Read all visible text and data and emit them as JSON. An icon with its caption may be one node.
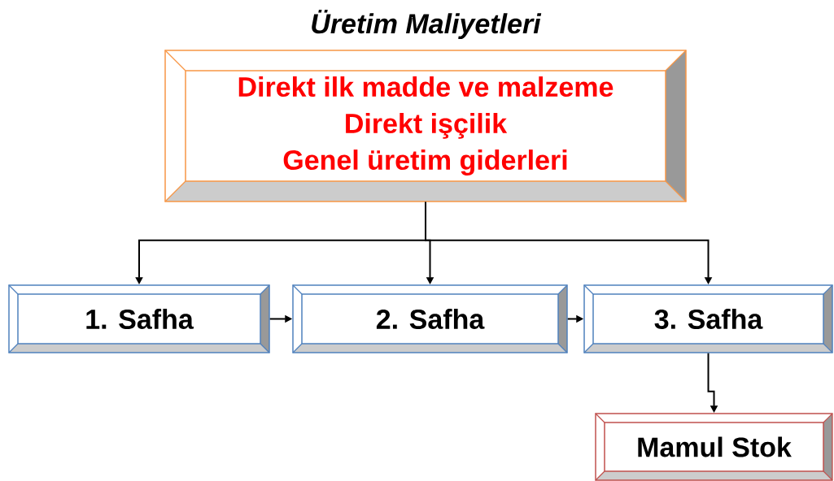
{
  "diagram": {
    "title": "Üretim Maliyetleri",
    "nodes": [
      {
        "text": [
          "Direkt ilk madde ve malzeme",
          "Direkt işçilik",
          "Genel üretim giderleri"
        ]
      },
      {
        "text": [
          "1. Safha"
        ]
      },
      {
        "text": [
          "2. Safha"
        ]
      },
      {
        "text": [
          "3. Safha"
        ]
      },
      {
        "text": [
          "Mamul Stok"
        ]
      }
    ],
    "edges": [
      {
        "from": 0,
        "to": 1,
        "arrow": "to"
      },
      {
        "from": 0,
        "to": 2,
        "arrow": "to"
      },
      {
        "from": 0,
        "to": 3,
        "arrow": "to"
      },
      {
        "from": 1,
        "to": 2,
        "arrow": "to"
      },
      {
        "from": 2,
        "to": 3,
        "arrow": "to"
      },
      {
        "from": 3,
        "to": 4,
        "arrow": "to"
      }
    ]
  }
}
